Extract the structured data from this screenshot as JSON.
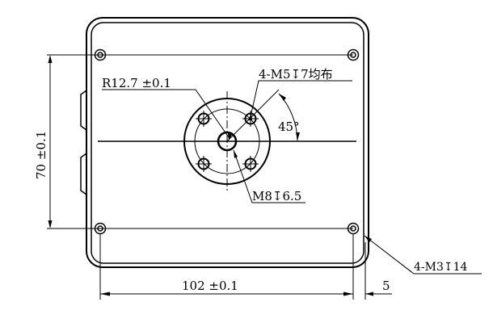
{
  "drawing": {
    "labels": {
      "radius": "R12.7 ±0.1",
      "m5_holes": "4-M5↧7均布",
      "angle": "45°",
      "m8_hole": "M8↧6.5",
      "height": "70 ±0.1",
      "width": "102 ±0.1",
      "offset": "5",
      "m3_holes": "4-M3↧14"
    },
    "line_color": "#000000",
    "background": "#ffffff"
  }
}
